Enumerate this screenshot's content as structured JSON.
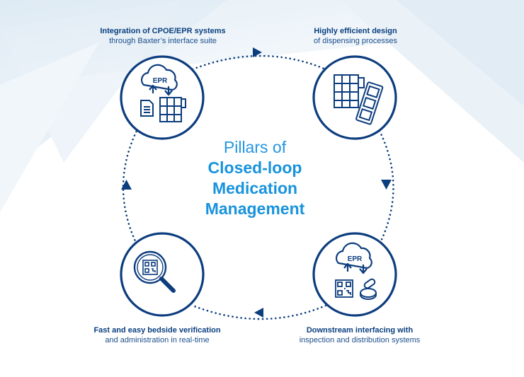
{
  "center": {
    "line1": "Pillars of",
    "line2": "Closed-loop",
    "line3": "Medication",
    "line4": "Management"
  },
  "pillars": [
    {
      "title": "Integration of CPOE/EPR systems",
      "subtitle": "through Baxter’s interface suite",
      "icon_label": "EPR"
    },
    {
      "title": "Highly efficient design",
      "subtitle": "of dispensing processes"
    },
    {
      "title": "Downstream interfacing with",
      "subtitle": "inspection and distribution systems",
      "icon_label": "EPR"
    },
    {
      "title": "Fast and easy bedside verification",
      "subtitle": "and administration in real-time"
    }
  ],
  "colors": {
    "navy": "#0c3d7e",
    "accent": "#1893dc",
    "background_shape": "#e6f0f7"
  },
  "icons": [
    "epr-cloud-icon",
    "document-icon",
    "dispensing-cabinet-icon",
    "blister-pack-icon",
    "qr-code-icon",
    "pill-icon",
    "magnifier-icon"
  ]
}
